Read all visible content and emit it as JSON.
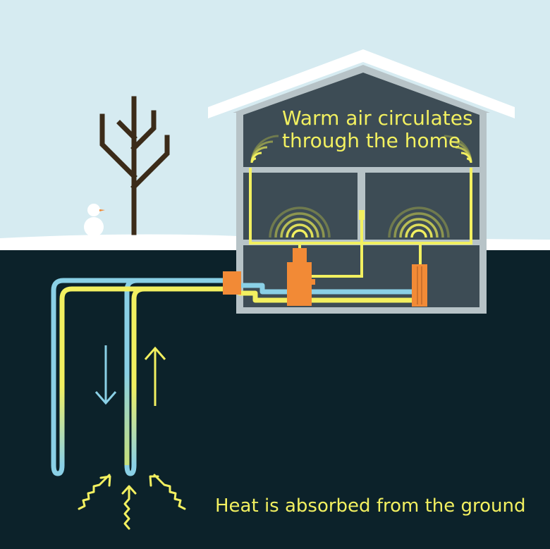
{
  "labels": {
    "warm_air_line1": "Warm air circulates",
    "warm_air_line2": "through the home",
    "heat_absorbed": "Heat is absorbed from the ground"
  },
  "colors": {
    "sky": "#d6ebf1",
    "ground": "#0c222a",
    "snow": "#ffffff",
    "house_fill": "#3d4c55",
    "house_frame": "#b7c3c7",
    "yellow_pipe": "#f2f060",
    "blue_pipe": "#8ad0e6",
    "orange_unit": "#f28a36",
    "tree": "#3b2b19"
  },
  "icons": [
    "heat-wave-icon",
    "down-arrow-icon",
    "up-arrow-icon",
    "squiggle-arrow-icon",
    "tree-icon",
    "snowman-icon"
  ]
}
